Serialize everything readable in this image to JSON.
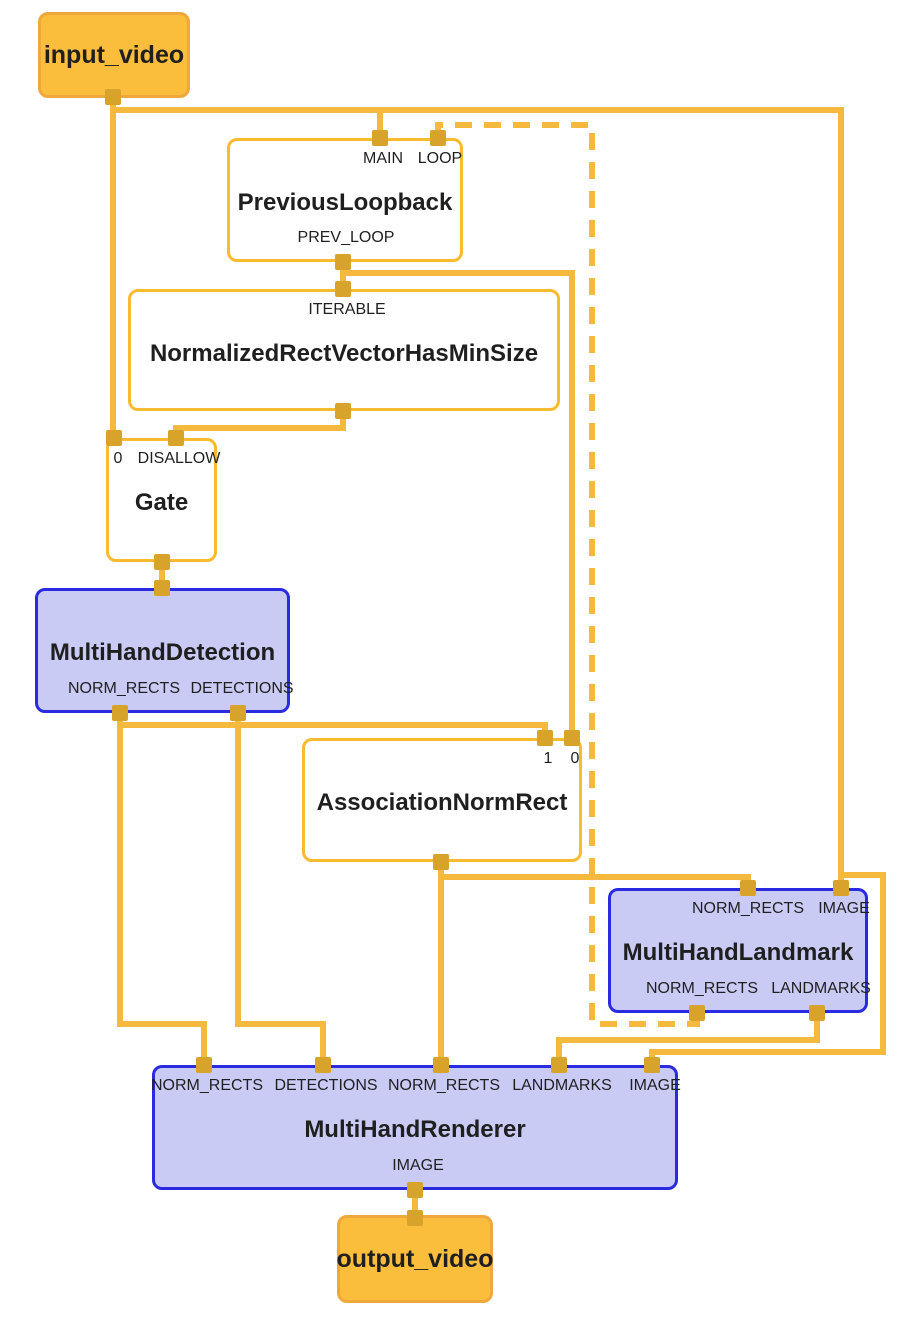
{
  "colors": {
    "edge": "#F5B93E",
    "port": "#D7A32B",
    "stream_fill": "#FBBD3C",
    "stream_border": "#F0A73C",
    "calc_fill": "#FFFFFF",
    "calc_border": "#F8BA2E",
    "subgraph_fill": "#CACBF4",
    "subgraph_border": "#2A2BE0",
    "text": "#1F1F1F"
  },
  "nodes": {
    "input_video": {
      "title": "input_video",
      "type": "stream"
    },
    "previous_loopback": {
      "title": "PreviousLoopback",
      "type": "calculator",
      "ports": {
        "main": "MAIN",
        "loop": "LOOP",
        "prev_loop": "PREV_LOOP"
      }
    },
    "normalized_rect_vector_has_min_size": {
      "title": "NormalizedRectVectorHasMinSize",
      "type": "calculator",
      "ports": {
        "iterable": "ITERABLE"
      }
    },
    "gate": {
      "title": "Gate",
      "type": "calculator",
      "ports": {
        "in0": "0",
        "disallow": "DISALLOW"
      }
    },
    "multi_hand_detection": {
      "title": "MultiHandDetection",
      "type": "subgraph",
      "ports": {
        "norm_rects": "NORM_RECTS",
        "detections": "DETECTIONS"
      }
    },
    "association_norm_rect": {
      "title": "AssociationNormRect",
      "type": "calculator",
      "ports": {
        "in1": "1",
        "in0": "0"
      }
    },
    "multi_hand_landmark": {
      "title": "MultiHandLandmark",
      "type": "subgraph",
      "ports": {
        "norm_rects_in": "NORM_RECTS",
        "image_in": "IMAGE",
        "norm_rects_out": "NORM_RECTS",
        "landmarks_out": "LANDMARKS"
      }
    },
    "multi_hand_renderer": {
      "title": "MultiHandRenderer",
      "type": "subgraph",
      "ports": {
        "norm_rects_a": "NORM_RECTS",
        "detections": "DETECTIONS",
        "norm_rects_b": "NORM_RECTS",
        "landmarks": "LANDMARKS",
        "image_in": "IMAGE",
        "image_out": "IMAGE"
      }
    },
    "output_video": {
      "title": "output_video",
      "type": "stream"
    }
  }
}
